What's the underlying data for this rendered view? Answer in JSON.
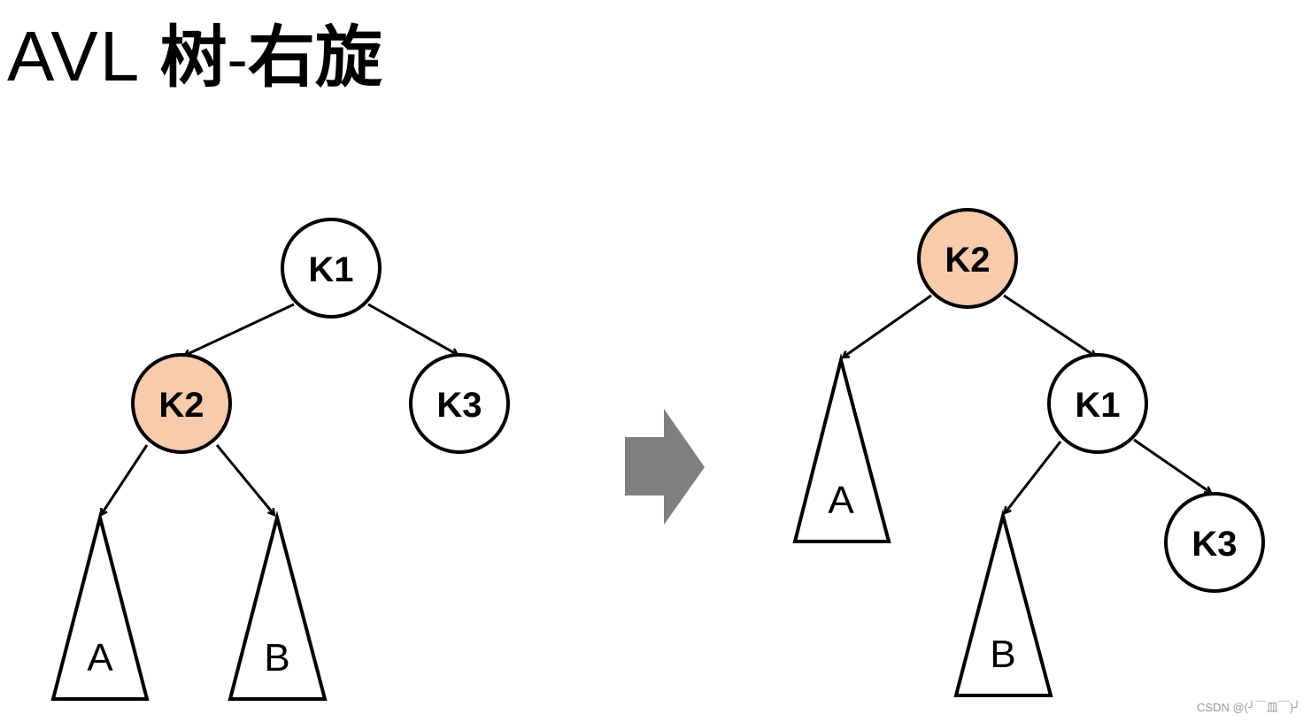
{
  "title": {
    "latin": "AVL ",
    "cjk1": "树",
    "sep": "-",
    "cjk2": "右旋"
  },
  "colors": {
    "highlight": "#F8CBAD",
    "node": "#FFFFFF",
    "stroke": "#000000",
    "arrow": "#7F7F7F"
  },
  "before": {
    "nodes": {
      "k1": "K1",
      "k2": "K2",
      "k3": "K3"
    },
    "subtrees": {
      "a": "A",
      "b": "B"
    }
  },
  "after": {
    "nodes": {
      "k2": "K2",
      "k1": "K1",
      "k3": "K3"
    },
    "subtrees": {
      "a": "A",
      "b": "B"
    }
  },
  "transition_arrow_icon": "right-block-arrow",
  "watermark": "CSDN @(╯￣皿￣)╯"
}
